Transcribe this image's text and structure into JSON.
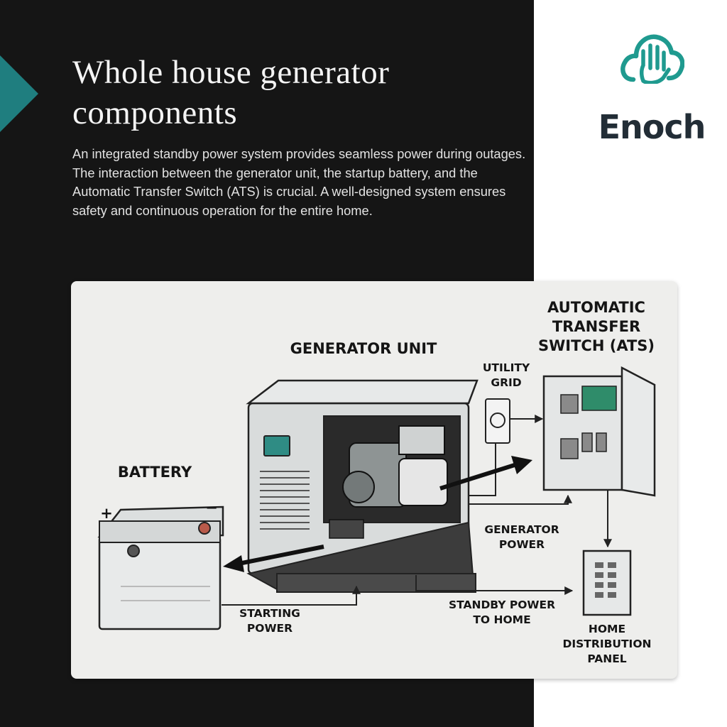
{
  "brand": {
    "name": "Enoch",
    "logo_icon": "cloud-hand-icon",
    "accent_color": "#1f9a8f",
    "wordmark_color": "#222d36"
  },
  "page": {
    "title": "Whole house generator components",
    "intro": "An integrated standby power system provides seamless power during outages. The interaction between the generator unit, the startup battery, and the Automatic Transfer Switch (ATS) is crucial. A well-designed system ensures safety and continuous operation for the entire home."
  },
  "colors": {
    "dark_background": "#151515",
    "accent_teal": "#1f7e7f",
    "card_background": "#eeeeec"
  },
  "diagram": {
    "labels": {
      "generator_unit": "GENERATOR UNIT",
      "ats": "AUTOMATIC TRANSFER SWITCH (ATS)",
      "utility_grid": "UTILITY GRID",
      "battery": "BATTERY",
      "battery_plus": "+",
      "battery_minus": "−",
      "generator_power": "GENERATOR POWER",
      "starting_power": "STARTING POWER",
      "standby_power": "STANDBY POWER TO HOME",
      "home_panel": "HOME DISTRIBUTION PANEL"
    },
    "icons": [
      "generator-icon",
      "battery-icon",
      "utility-meter-icon",
      "ats-cabinet-icon",
      "distribution-panel-icon"
    ]
  }
}
